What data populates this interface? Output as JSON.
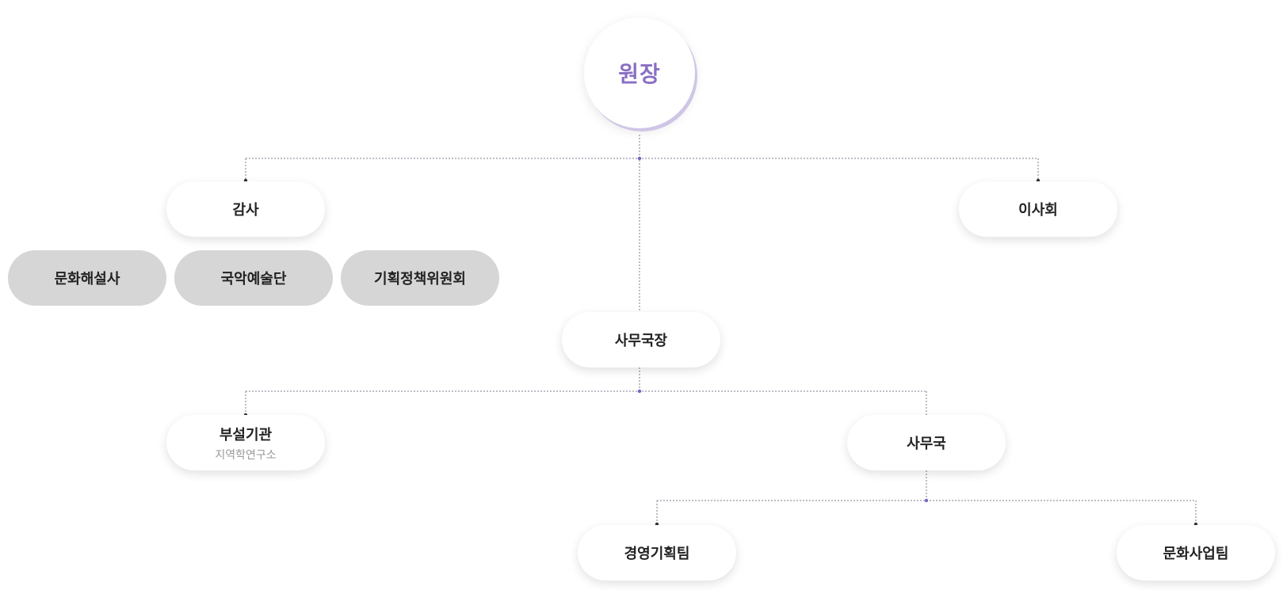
{
  "chart": {
    "root": "원장",
    "audit": "감사",
    "board": "이사회",
    "committees": [
      "문화해설사",
      "국악예술단",
      "기획정책위원회"
    ],
    "secretary_general": "사무국장",
    "affiliated": {
      "title": "부설기관",
      "subtitle": "지역학연구소"
    },
    "secretariat": "사무국",
    "teams": [
      "경영기획팀",
      "문화사업팀"
    ]
  },
  "colors": {
    "accent": "#8a6fc4",
    "line": "#a9a9b5",
    "junction": "#7a63c2",
    "endpoint": "#333333",
    "gray_node": "#d6d6d6"
  }
}
